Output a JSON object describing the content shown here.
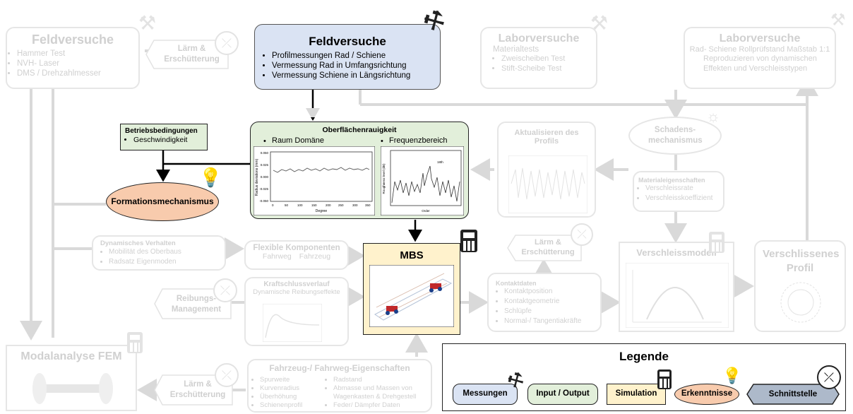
{
  "boxes": {
    "feld_left": {
      "title": "Feldversuche",
      "items": [
        "Hammer Test",
        "NVH- Laser",
        "DMS / Drehzahlmesser"
      ]
    },
    "feld_main": {
      "title": "Feldversuche",
      "items": [
        "Profilmessungen Rad / Schiene",
        "Vermessung Rad in Umfangsrichtung",
        "Vermessung Schiene in Längsrichtung"
      ]
    },
    "labor1": {
      "title": "Laborversuche",
      "subtitle": "Materialtests",
      "items": [
        "Zweischeiben Test",
        "Stift-Scheibe Test"
      ]
    },
    "labor2": {
      "title": "Laborversuche",
      "subtitle": "Rad- Schiene Rollprüfstand Maßstab 1:1",
      "items": [
        "Reproduzieren von dynamischen Effekten und Verschleisstypen"
      ]
    },
    "betrieb": {
      "title": "Betriebsbedingungen",
      "items": [
        "Geschwindigkeit"
      ]
    },
    "ober": {
      "title": "Oberflächenrauigkeit",
      "col1": "Raum Domäne",
      "col2": "Frequenzbereich"
    },
    "formation": {
      "title": "Formationsmechanismus"
    },
    "aktual": {
      "title": "Aktualisieren des Profils"
    },
    "schaden": {
      "title": "Schadens-mechanismus"
    },
    "material": {
      "title": "Materialeigenschaften",
      "items": [
        "Verschleissrate",
        "Verschleisskoeffizient"
      ]
    },
    "dynamisch": {
      "title": "Dynamisches Verhalten",
      "items": [
        "Mobilität des Oberbaus",
        "Radsatz Eigenmoden"
      ]
    },
    "flexible": {
      "title": "Flexible Komponenten",
      "items": [
        "Fahrweg",
        "Fahrzeug"
      ]
    },
    "kraft": {
      "title": "Kraftschlussverlauf",
      "subtitle": "Dynamische Reibungseffekte"
    },
    "mbs": {
      "title": "MBS"
    },
    "kontakt": {
      "title": "Kontaktdaten",
      "items": [
        "Kontaktposition",
        "Kontaktgeometrie",
        "Schlüpfe",
        "Normal-/ Tangentiakräfte"
      ]
    },
    "verschleiss": {
      "title": "Verschleissmodell"
    },
    "verschlissen": {
      "title": "Verschlissenes Profil"
    },
    "modal": {
      "title": "Modalanalyse FEM"
    },
    "fahrzeug": {
      "title": "Fahrzeug-/ Fahrweg-Eigenschaften",
      "col1": [
        "Spurweite",
        "Kurvenradius",
        "Überhöhung",
        "Schienenprofil"
      ],
      "col2": [
        "Radstand",
        "Abmasse und Massen von Wagenkasten & Drehgestell",
        "Feder/ Dämpfer Daten"
      ]
    }
  },
  "interfaces": {
    "laerm1": "Lärm & Erschütterung",
    "laerm2": "Lärm & Erschütterung",
    "laerm3": "Lärm & Erschütterung",
    "reibung": "Reibungs-Management"
  },
  "chart_labels": {
    "left_ylabel": "Radius deviations (mm)",
    "left_xlabel": "Degree",
    "left_xticks": [
      "0",
      "50",
      "100",
      "150",
      "200",
      "250",
      "300",
      "350"
    ],
    "left_yticks": [
      "0.050",
      "0.025",
      "0.000",
      "-0.025",
      "-0.050"
    ],
    "right_ylabel": "Roughness level (dB)",
    "right_xlabel": "Order",
    "right_annotation": "18th"
  },
  "legend": {
    "title": "Legende",
    "items": [
      "Messungen",
      "Input / Output",
      "Simulation",
      "Erkenntnisse",
      "Schnittstelle"
    ]
  },
  "colors": {
    "measure": "#dae3f3",
    "io": "#e2efda",
    "sim": "#fff2cc",
    "insight": "#f8cbad",
    "interface": "#adb9ca"
  }
}
